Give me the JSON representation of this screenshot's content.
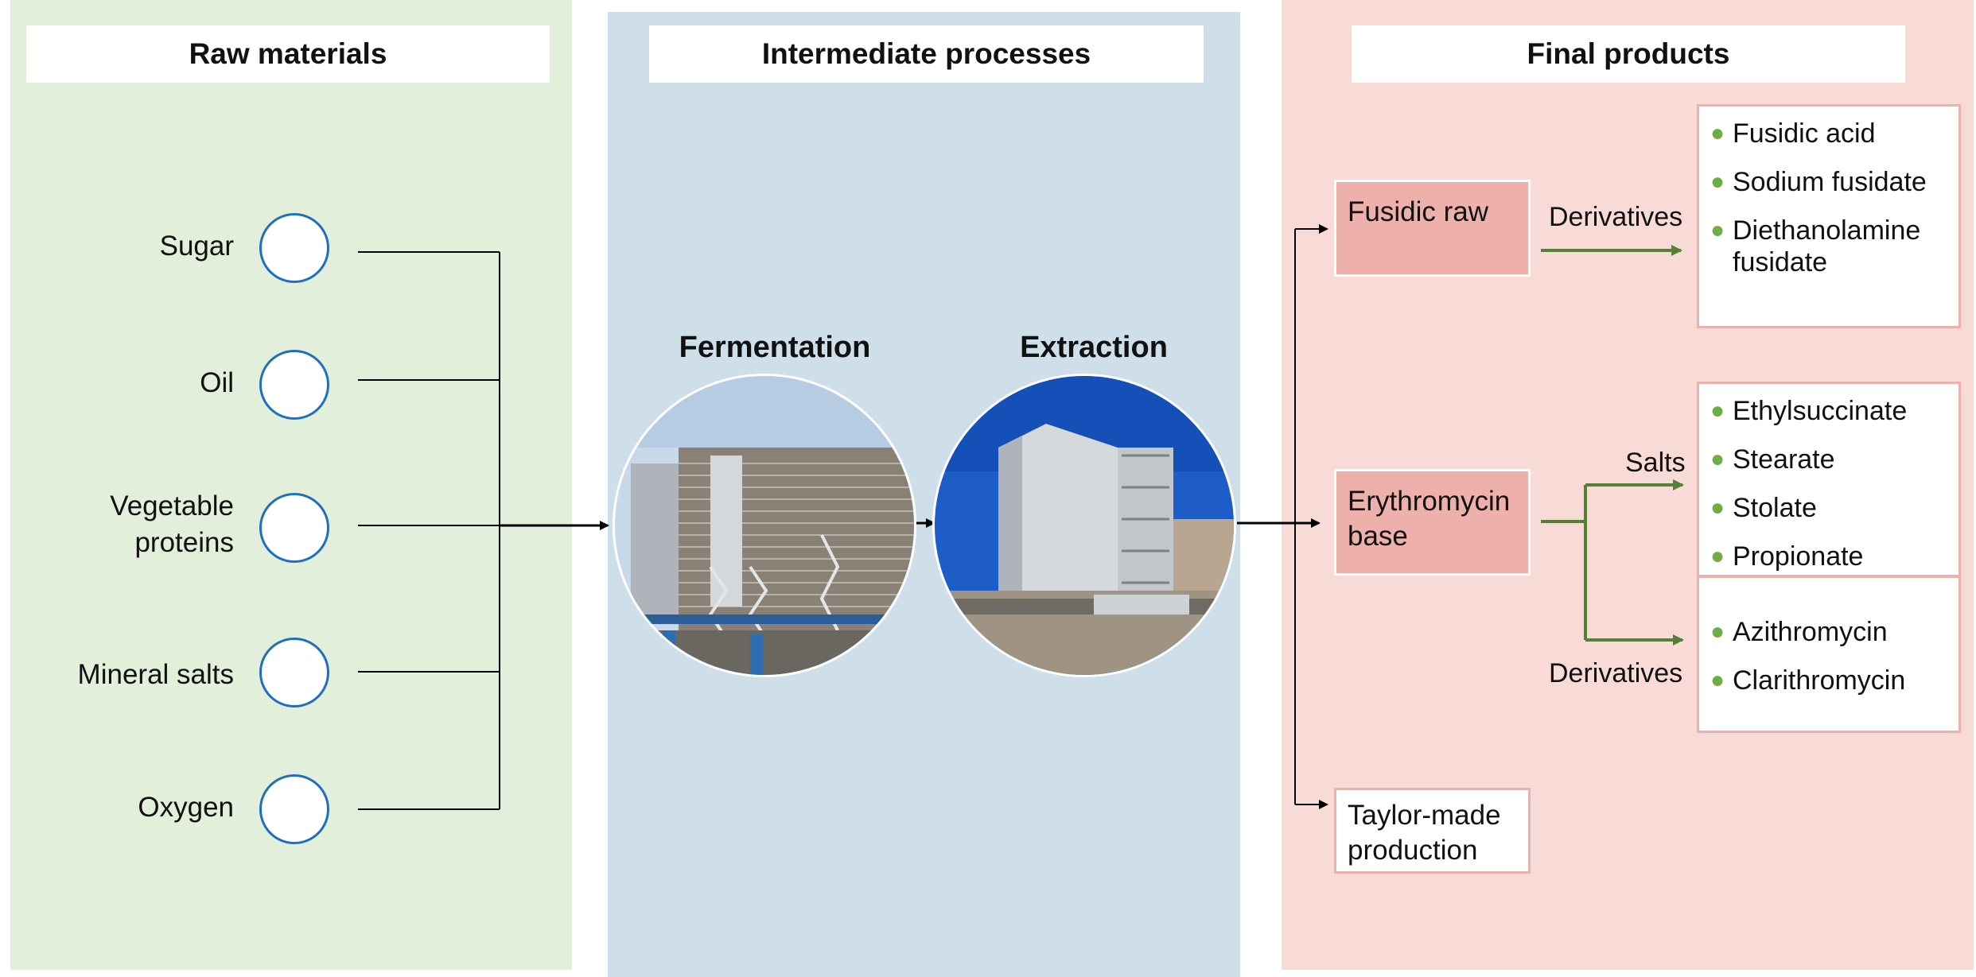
{
  "columns": {
    "raw": {
      "title": "Raw materials",
      "color": "#e2efda"
    },
    "intermediate": {
      "title": "Intermediate processes",
      "color": "#cfdfe9"
    },
    "final": {
      "title": "Final products",
      "color": "#f8dbd7"
    }
  },
  "raw_materials": [
    "Sugar",
    "Oil",
    "Vegetable proteins",
    "Mineral salts",
    "Oxygen"
  ],
  "processes": {
    "fermentation": "Fermentation",
    "extraction": "Extraction"
  },
  "products": {
    "fusidic": {
      "name": "Fusidic raw",
      "arrow_label": "Derivatives",
      "items": [
        "Fusidic acid",
        "Sodium fusidate",
        "Diethanolamine fusidate"
      ]
    },
    "erythromycin": {
      "name": "Erythromycin base",
      "salts_label": "Salts",
      "salts": [
        "Ethylsuccinate",
        "Stearate",
        "Stolate",
        "Propionate"
      ],
      "derivatives_label": "Derivatives",
      "derivatives": [
        "Azithromycin",
        "Clarithromycin"
      ]
    },
    "taylor": {
      "name": "Taylor-made production"
    }
  },
  "colors": {
    "circle_border": "#1f6fc1",
    "green_arrow": "#538135",
    "bullet": "#70ad47",
    "product_fill": "#eeb0aa"
  }
}
